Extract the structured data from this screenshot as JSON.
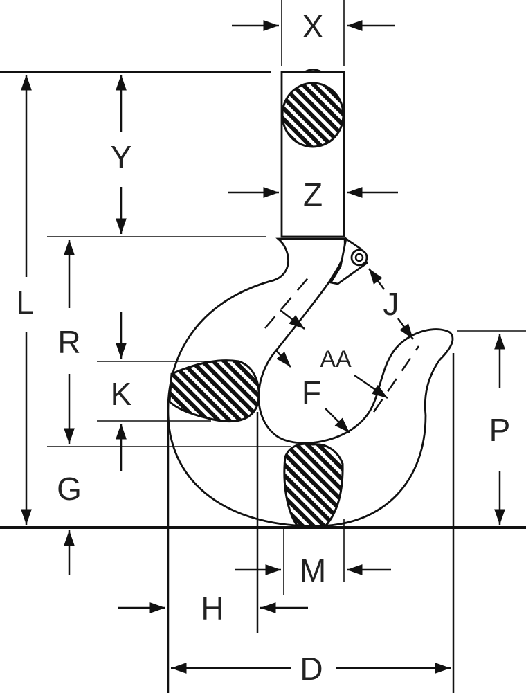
{
  "labels": {
    "x": "X",
    "y": "Y",
    "z": "Z",
    "l": "L",
    "r": "R",
    "k": "K",
    "g": "G",
    "j": "J",
    "aa": "AA",
    "f": "F",
    "p": "P",
    "m": "M",
    "h": "H",
    "d": "D"
  }
}
